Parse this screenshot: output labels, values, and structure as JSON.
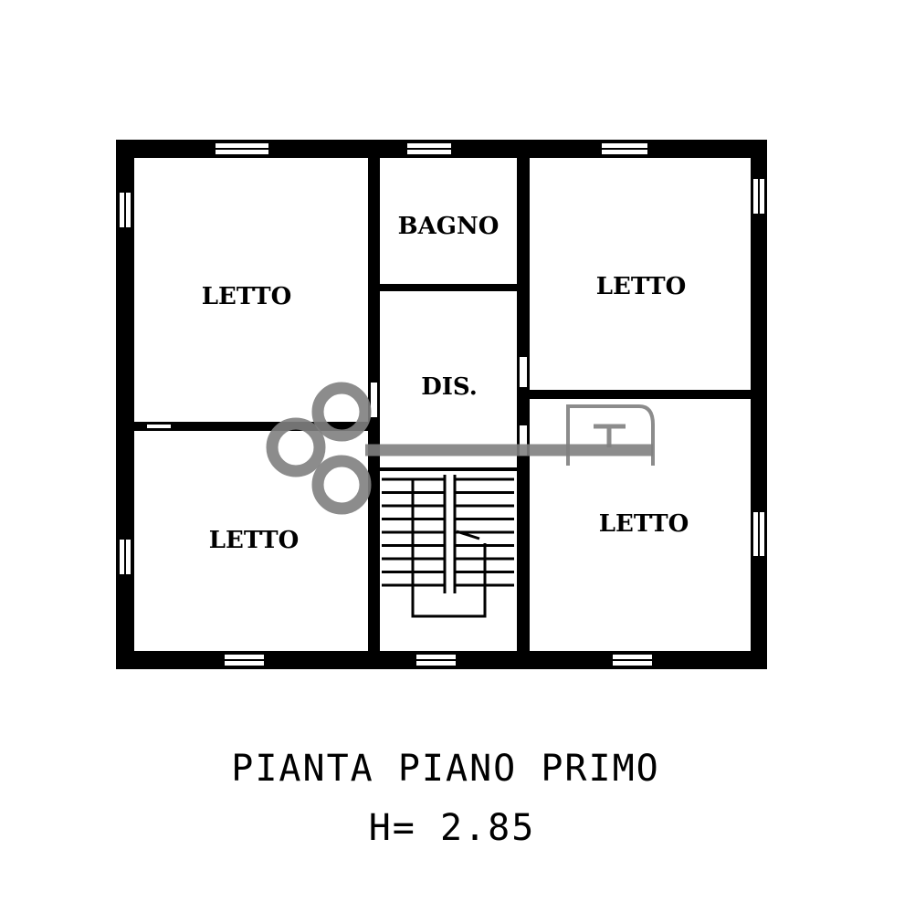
{
  "rooms": {
    "letto_top_left": "LETTO",
    "letto_bottom_left": "LETTO",
    "bagno": "BAGNO",
    "dis": "DIS.",
    "letto_top_right": "LETTO",
    "letto_bottom_right": "LETTO"
  },
  "caption": {
    "title": "PIANTA PIANO PRIMO",
    "height": "H= 2.85"
  },
  "colors": {
    "walls": "#000000",
    "watermark": "#808080"
  }
}
